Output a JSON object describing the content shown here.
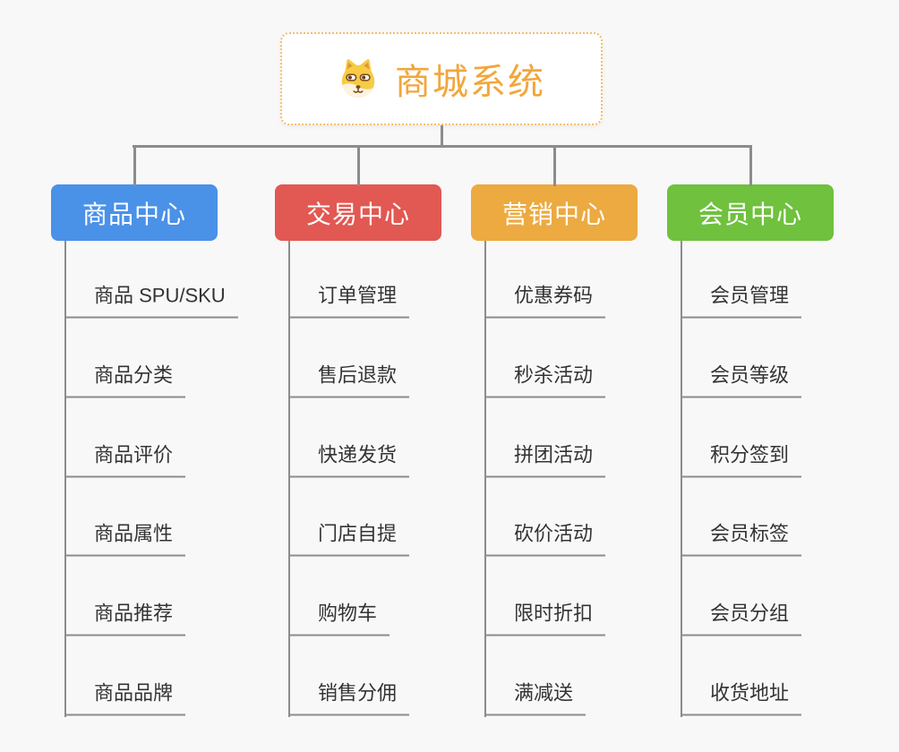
{
  "root": {
    "title": "商城系统",
    "icon": "dog-face-icon"
  },
  "branches": [
    {
      "id": "product",
      "label": "商品中心",
      "color": "#4A91E8",
      "items": [
        "商品 SPU/SKU",
        "商品分类",
        "商品评价",
        "商品属性",
        "商品推荐",
        "商品品牌"
      ]
    },
    {
      "id": "trade",
      "label": "交易中心",
      "color": "#E25852",
      "items": [
        "订单管理",
        "售后退款",
        "快递发货",
        "门店自提",
        "购物车",
        "销售分佣"
      ]
    },
    {
      "id": "marketing",
      "label": "营销中心",
      "color": "#ECAA40",
      "items": [
        "优惠券码",
        "秒杀活动",
        "拼团活动",
        "砍价活动",
        "限时折扣",
        "满减送"
      ]
    },
    {
      "id": "member",
      "label": "会员中心",
      "color": "#6FC13E",
      "items": [
        "会员管理",
        "会员等级",
        "积分签到",
        "会员标签",
        "会员分组",
        "收货地址"
      ]
    }
  ],
  "colors": {
    "background": "#F8F8F8",
    "connector": "#8C8C8C",
    "root_border": "#F3BE6B",
    "root_text": "#F2A63B",
    "item_text": "#333333",
    "node_text": "#FFFFFF"
  }
}
